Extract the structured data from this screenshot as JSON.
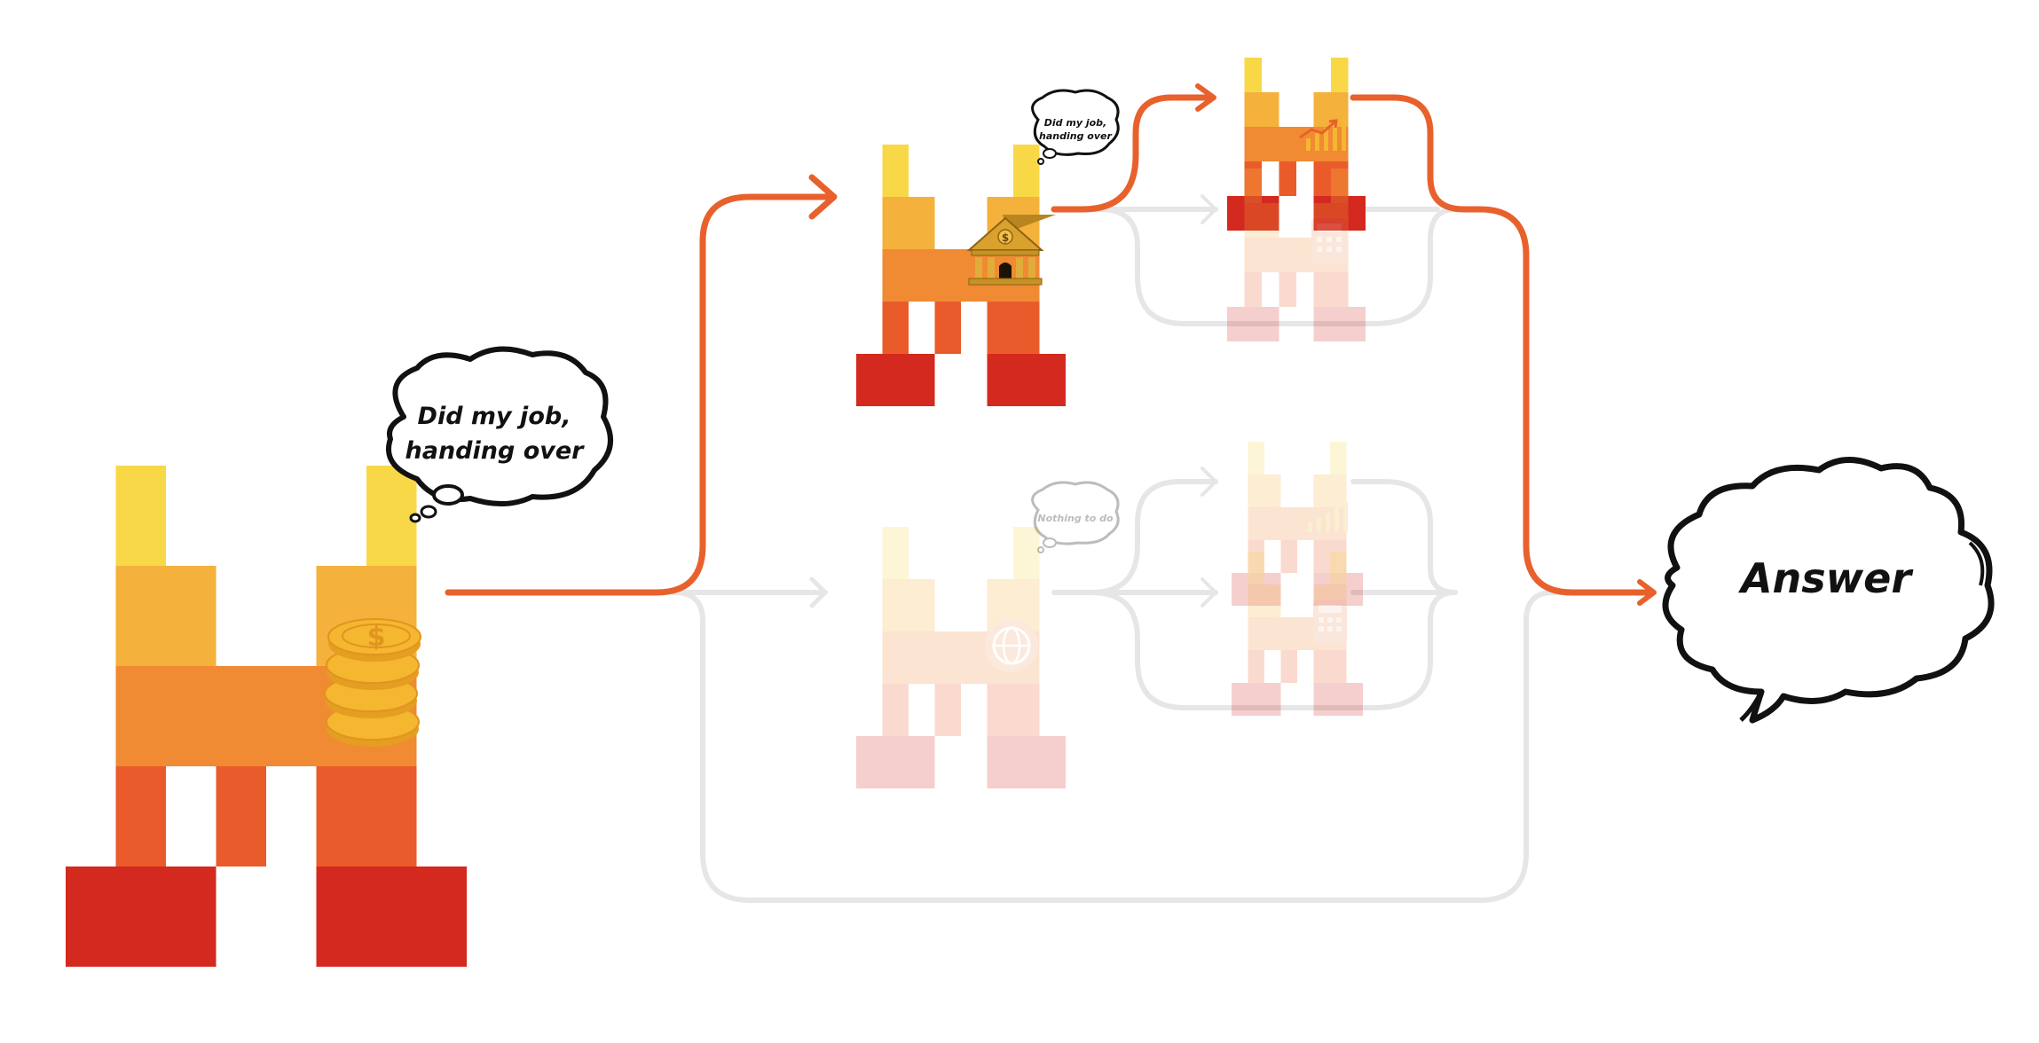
{
  "colors": {
    "active_path": "#e8612c",
    "inactive_path": "#e6e6e6",
    "logo_yellow": "#f8d847",
    "logo_amber": "#f4b13c",
    "logo_orange": "#f08a33",
    "logo_deep_orange": "#ea5b2b",
    "logo_red": "#d3291f",
    "coin_gold": "#f5b630",
    "bank_gold": "#d9a12e"
  },
  "agents": {
    "main": {
      "bubble_text": [
        "Did my job,",
        "handing over"
      ],
      "icon": "coins-icon",
      "state": "active"
    },
    "finance": {
      "bubble_text": [
        "Did my job,",
        "handing over"
      ],
      "icon": "bank-icon",
      "state": "active"
    },
    "web": {
      "bubble_text": [
        "Nothing to do"
      ],
      "icon": "globe-icon",
      "state": "faded"
    },
    "finance_sub_chart": {
      "icon": "chart-icon",
      "state": "active"
    },
    "finance_sub_calculator": {
      "icon": "calculator-icon",
      "state": "faded"
    },
    "web_sub_chart": {
      "icon": "chart-icon",
      "state": "faded"
    },
    "web_sub_calculator": {
      "icon": "calculator-icon",
      "state": "faded"
    }
  },
  "answer": {
    "text": "Answer"
  }
}
